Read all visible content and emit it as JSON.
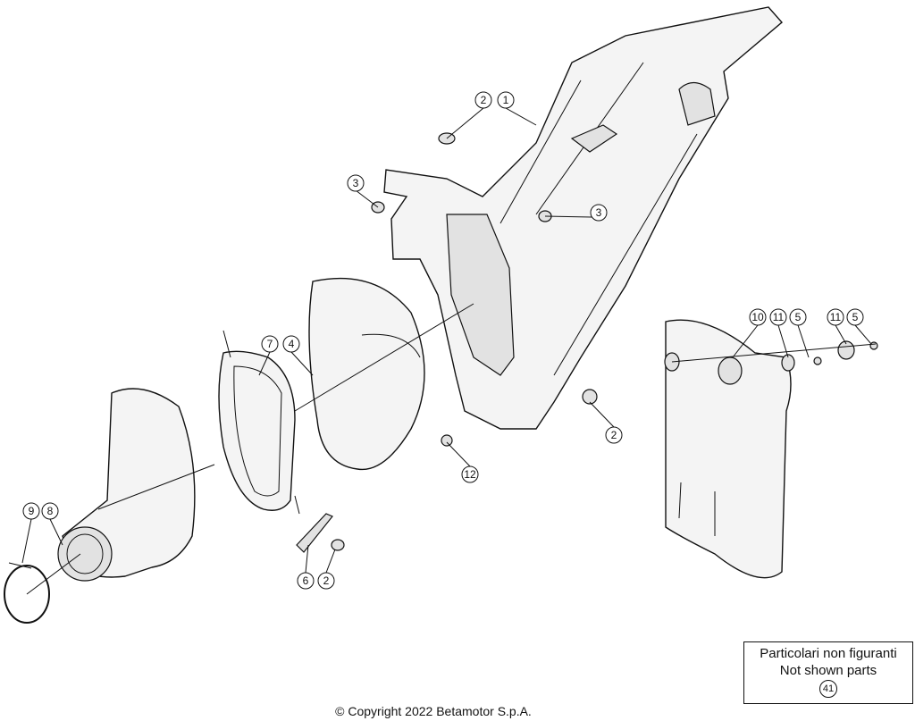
{
  "callouts": [
    "2",
    "1",
    "3",
    "3",
    "7",
    "4",
    "10",
    "11",
    "5",
    "11",
    "5",
    "2",
    "12",
    "9",
    "8",
    "6",
    "2"
  ],
  "not_shown_box": {
    "line_it": "Particolari non figuranti",
    "line_en": "Not shown parts",
    "part_number": "41"
  },
  "copyright": "© Copyright 2022 Betamotor S.p.A."
}
